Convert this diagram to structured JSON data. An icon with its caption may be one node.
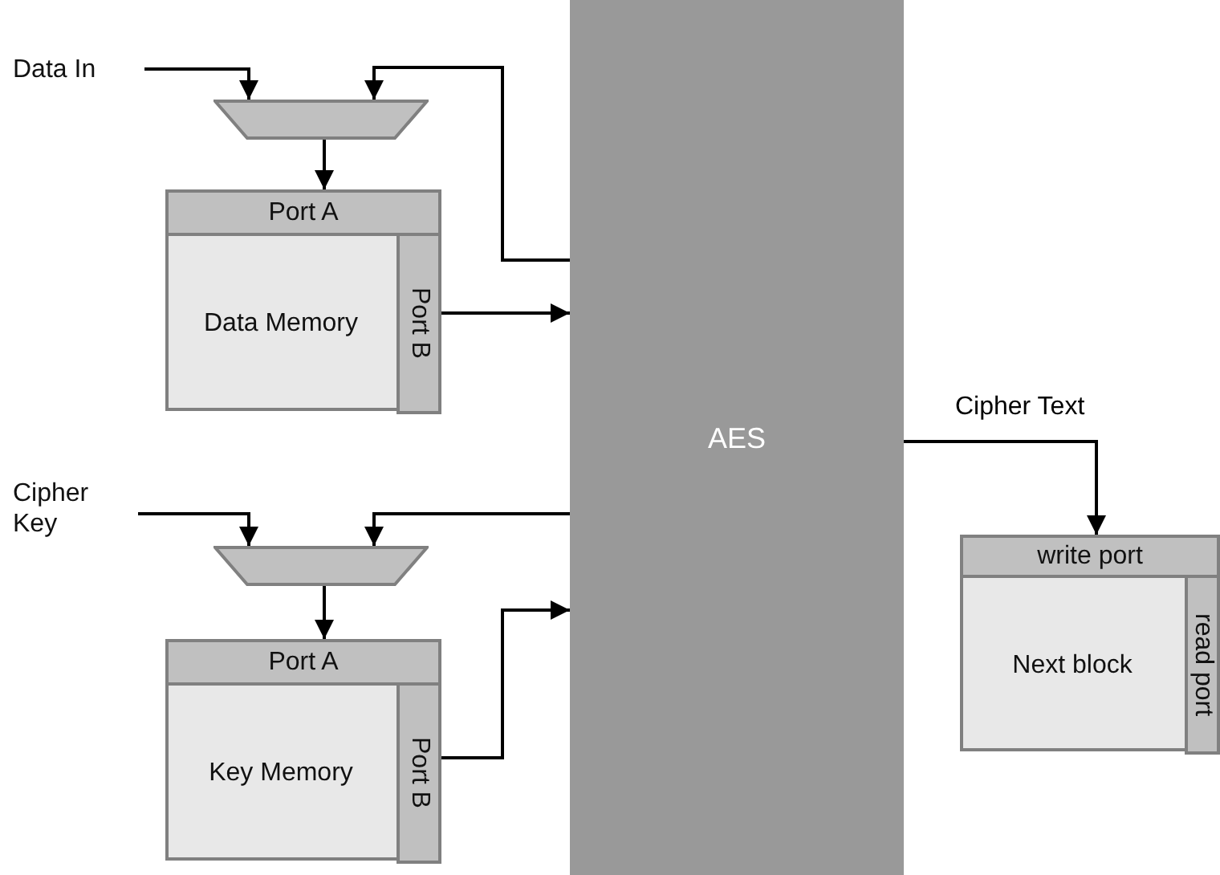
{
  "diagram": {
    "nodes": [
      {
        "text": [
          "Data In"
        ]
      },
      {
        "text": [],
        "shape": "trapezoid"
      },
      {
        "text": [
          "Data Memory"
        ]
      },
      {
        "text": [
          "Port A"
        ],
        "in": 2
      },
      {
        "text": [
          "Port B"
        ],
        "in": 2
      },
      {
        "text": [
          "AES"
        ]
      },
      {
        "text": [
          "Cipher Key"
        ]
      },
      {
        "text": [],
        "shape": "trapezoid"
      },
      {
        "text": [
          "Key Memory"
        ]
      },
      {
        "text": [
          "Port A"
        ],
        "in": 8
      },
      {
        "text": [
          "Port B"
        ],
        "in": 8
      },
      {
        "text": [
          "Next block"
        ]
      },
      {
        "text": [
          "write port"
        ],
        "in": 11
      },
      {
        "text": [
          "read port"
        ],
        "in": 11
      }
    ],
    "edges": [
      {
        "from": 0,
        "to": 1,
        "arrow": "to"
      },
      {
        "from": 5,
        "to": 1,
        "arrow": "to"
      },
      {
        "from": 1,
        "to": 3,
        "arrow": "to"
      },
      {
        "from": 4,
        "to": 5,
        "arrow": "to"
      },
      {
        "from": 6,
        "to": 7,
        "arrow": "to"
      },
      {
        "from": 5,
        "to": 7,
        "arrow": "to"
      },
      {
        "from": 7,
        "to": 9,
        "arrow": "to"
      },
      {
        "from": 10,
        "to": 5,
        "arrow": "to"
      },
      {
        "from": 5,
        "to": 12,
        "arrow": "to",
        "label": "Cipher Text"
      }
    ]
  }
}
